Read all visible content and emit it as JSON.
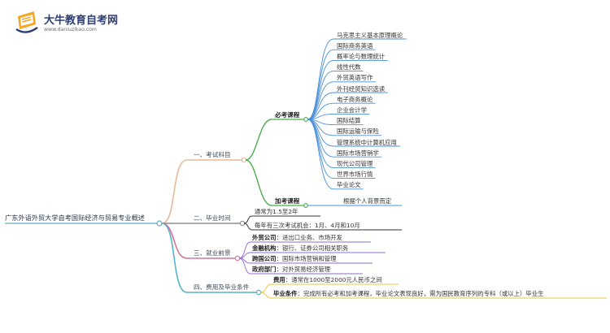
{
  "header": {
    "site_name": "大牛教育自考网",
    "site_url": "www.daniuzikao.com"
  },
  "colors": {
    "root": "#6aa6c6",
    "branch1": "#e8b89a",
    "branch2": "#8e8e8e",
    "branch3": "#d9739a",
    "branch4": "#55b3c8",
    "required": "#4cae4c",
    "exam_leaf": "#4a90d9",
    "time_leaf": "#333333",
    "job_leaf": "#8d6bd0",
    "fee_leaf": "#e9c43e",
    "logo_orange": "#f5a623",
    "logo_blue": "#2d3e73"
  },
  "root": {
    "label": "广东外语外贸大学自考国际经济与贸易专业概述"
  },
  "branches": {
    "exam": {
      "label": "一、考试科目",
      "required": {
        "label": "必考课程",
        "courses": [
          "马克思主义基本原理概论",
          "国际商务英语",
          "概率论与数理统计",
          "线性代数",
          "外贸英语写作",
          "外刊经贸知识选读",
          "电子商务概论",
          "企业会计学",
          "国际结算",
          "国际运输与保险",
          "管理系统中计算机应用",
          "国际市场营销学",
          "现代公司管理",
          "世界市场行情",
          "毕业论文"
        ]
      },
      "elective": {
        "label": "加考课程",
        "note": "根据个人背景而定"
      }
    },
    "time": {
      "label": "二、毕业时间",
      "items": [
        "通常为1.5至2年",
        "每年有三次考试机会：1月、4月和10月"
      ]
    },
    "jobs": {
      "label": "三、就业前景",
      "items": [
        {
          "key": "外贸公司",
          "value": "：进出口业务、市场开发"
        },
        {
          "key": "金融机构",
          "value": "：银行、证券公司相关职务"
        },
        {
          "key": "跨国公司",
          "value": "：国际市场营销和管理"
        },
        {
          "key": "政府部门",
          "value": "：对外贸易经济管理"
        }
      ]
    },
    "fees": {
      "label": "四、费用及毕业条件",
      "items": [
        {
          "key": "费用",
          "value": "：通常在1000至2000元人民币之间"
        },
        {
          "key": "毕业条件",
          "value": "：完成所有必考和加考课程，毕业论文表现良好，需为国民教育序列的专科（或以上）毕业生"
        }
      ]
    }
  }
}
